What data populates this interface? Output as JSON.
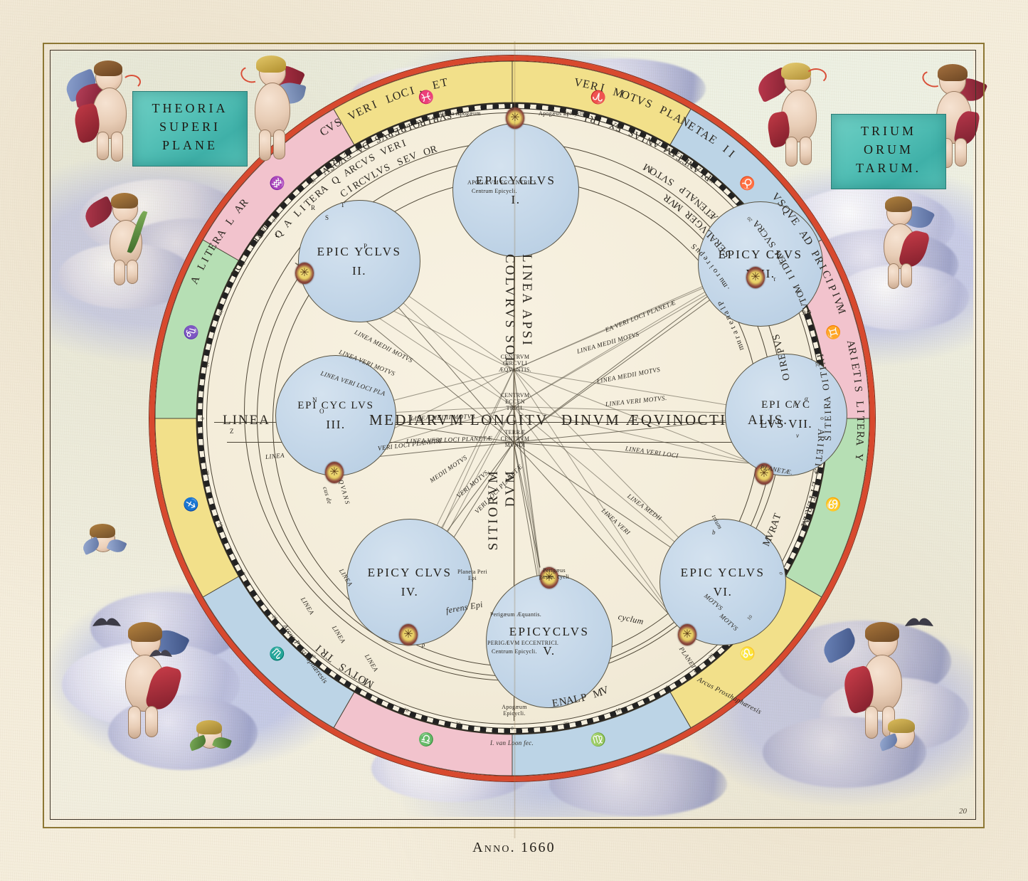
{
  "plate": {
    "title_left": [
      "THEORIA",
      "SUPERI",
      "PLANE"
    ],
    "title_right": [
      "TRIUM",
      "ORUM",
      "TARUM."
    ],
    "year_caption": "Anno. 1660",
    "engraver_signature": "I. van Loon fec.",
    "plate_number": "20"
  },
  "outer_ring_legends": [
    {
      "text": "A LITERA L AR",
      "color": "#f2e08a"
    },
    {
      "text": "AD LITERAM R",
      "color": "#f2e08a"
    },
    {
      "text": "CVS VERI LOCI, ET",
      "color": "#bcd4e6"
    },
    {
      "text": "VSQVE AD SVPERIORIBVS",
      "color": "#bcd4e6"
    },
    {
      "text": "VERI MOTVS PLANETAE II",
      "color": "#f2c3cd"
    },
    {
      "text": "IRI XE SAINA MÆTENALP",
      "color": "#f2c3cd"
    },
    {
      "text": "VSQVE AD PRICIPIVM",
      "color": "#b6dfb4"
    },
    {
      "text": "ARCVS MEDII MOTVS",
      "color": "#b6dfb4"
    },
    {
      "text": "ARIETIS LITERA Y",
      "color": "#f2e08a"
    },
    {
      "text": "INITIO ARIETIS",
      "color": "#f2e08a"
    },
    {
      "text": "ARIETIS LITERAM",
      "color": "#f2e08a"
    }
  ],
  "inner_ring_legends": [
    "Q A LITERA Q ARCVS VERI",
    "CIRCVLVS SEV OR",
    "MOTVS PLANETÆ",
    "RVM REGVLARES",
    "Superiorum.",
    "Planetarum",
    "SVPERIO",
    "TARVM",
    "MOTVS TRI",
    "VM PLANE",
    "Arcus Prosthaphæresis",
    "Arcus Prosthaphæresis"
  ],
  "axes": {
    "horizontal_left": "LINEA",
    "horizontal_mid_left": "MEDIARVM LONGITV",
    "horizontal_mid_right": "DINVM ÆQVINOCTI",
    "horizontal_right": "ALIS.",
    "vertical_top": "LINEA APSI",
    "vertical_top2": "COLVRVS SOL",
    "vertical_bottom": "DVM",
    "vertical_bottom2": "SITIORVM"
  },
  "center_points": [
    {
      "lines": [
        "CENTRVM",
        "CIRCVLI",
        "ÆQVANTIS."
      ]
    },
    {
      "lines": [
        "CENTRVM",
        "ECCEN",
        "TRICI."
      ]
    },
    {
      "lines": [
        "TERRÆ",
        "CENTRVM",
        "MVNDI"
      ]
    }
  ],
  "epicycles": [
    {
      "id": "I",
      "name": "EPICYCLVS",
      "number": "I.",
      "detail": [
        "Planeta Apogæum",
        "Apogæus Epicycli.",
        "APOGÆVM ECCENTRICI.",
        "Centrum Epicycli.",
        "Apogæum Æquantis",
        "Perigæum epicycli."
      ]
    },
    {
      "id": "II",
      "name": "EPIC YCLVS",
      "number": "II.",
      "letters": [
        "R",
        "S",
        "T",
        "P",
        "L"
      ]
    },
    {
      "id": "III",
      "name": "EPI CYC LVS",
      "number": "III.",
      "letters": [
        "N",
        "O",
        "Z"
      ]
    },
    {
      "id": "IV",
      "name": "EPICY CLVS",
      "number": "IV.",
      "letters": [
        "ρ"
      ]
    },
    {
      "id": "V",
      "name": "EPICYCLVS",
      "number": "V.",
      "detail": [
        "Planeta Peri Epi",
        "Perigæus gæum. cycli",
        "Perigæum Æquantis.",
        "PERIGÆVM ECCENTRICI.",
        "Centrum Epicycli.",
        "Apogæum Epicycli."
      ]
    },
    {
      "id": "VI",
      "name": "EPIC YCLVS",
      "number": "VI.",
      "letters": [
        "b"
      ]
    },
    {
      "id": "VII",
      "name": "EPI CYC",
      "number": "LVS VII.",
      "letters": [
        "α",
        "β",
        "v"
      ]
    },
    {
      "id": "VIII",
      "name": "EPICY CLVS",
      "number": "VIII.",
      "letters": [
        "τ"
      ]
    }
  ],
  "line_labels": [
    "LINEA MEDII MOTVS",
    "LINEA VERI MOTVS",
    "LINEA VERI LOCI PLA",
    "NETÆ.",
    "LINEA MEDII MOTVS",
    "LINEA VERI LOCI PLANETÆ",
    "EA VERI LOCI PLANETÆ",
    "LINEA MEDII MOTVS",
    "LINEA MEDII MOTVS",
    "LINEA VERI MOTVS.",
    "LINEA VERI LOCI",
    "PLANETÆ.",
    "VERI LOCI PLANETÆ.",
    "LINEA",
    "MEDII MOTVS",
    "VERI MOTVS",
    "VERI LOCI PLANETÆ",
    "LINEA MEDII",
    "LINEA VERI",
    "LINEA",
    "QVANS",
    "cus de",
    "ferens Epi",
    "cyclum",
    "MOTVS",
    "MOTVS",
    "PLANETÆ",
    "LINEA",
    "LINEA",
    "LINEA",
    "trium"
  ],
  "zodiac_signs": [
    {
      "glyph": "♈",
      "name": "Aries"
    },
    {
      "glyph": "♉",
      "name": "Taurus"
    },
    {
      "glyph": "♊",
      "name": "Gemini"
    },
    {
      "glyph": "♋",
      "name": "Cancer"
    },
    {
      "glyph": "♌",
      "name": "Leo"
    },
    {
      "glyph": "♍",
      "name": "Virgo"
    },
    {
      "glyph": "♎",
      "name": "Libra"
    },
    {
      "glyph": "♏",
      "name": "Scorpio"
    },
    {
      "glyph": "♐",
      "name": "Sagittarius"
    },
    {
      "glyph": "♑",
      "name": "Capricorn"
    },
    {
      "glyph": "♒",
      "name": "Aquarius"
    },
    {
      "glyph": "♓",
      "name": "Pisces"
    }
  ],
  "ring_colors": {
    "red_rim": "#d8492e",
    "yellow": "#f2e08a",
    "blue": "#bcd4e6",
    "pink": "#f2c3cd",
    "green": "#b6dfb4",
    "paper": "#f5eedd",
    "epicycle_blue": "#c3d6e8",
    "banner_teal": "#4fbdb3"
  }
}
